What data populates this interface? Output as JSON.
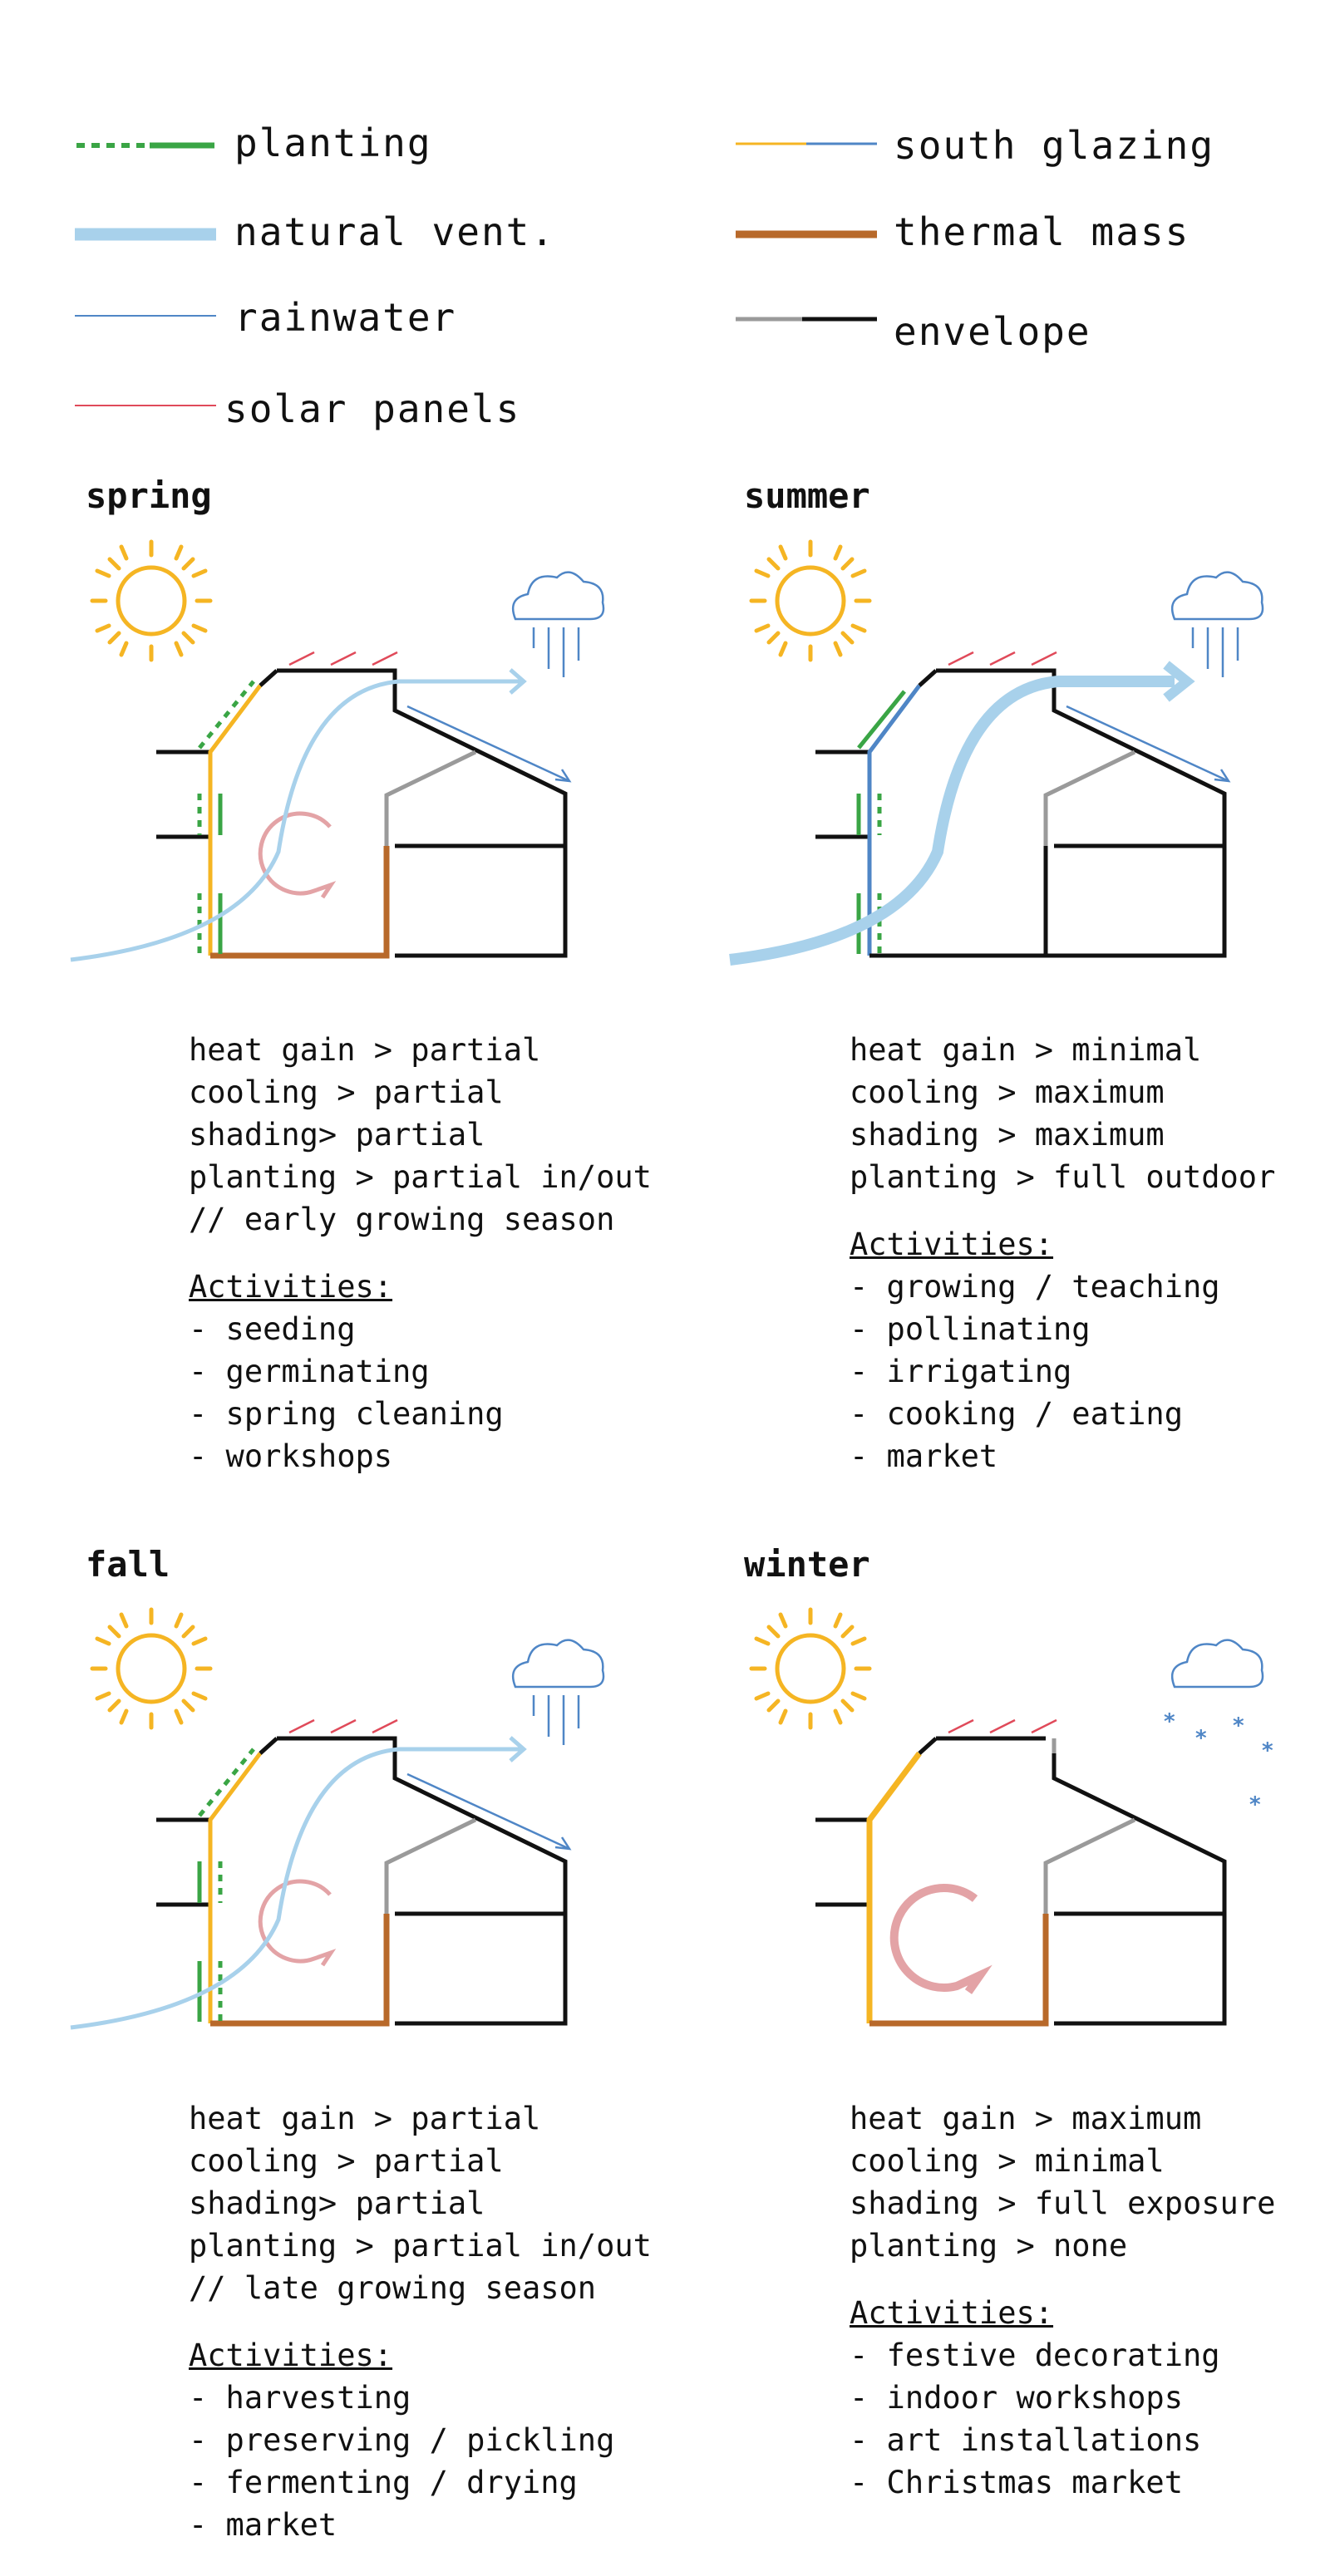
{
  "legend": [
    {
      "id": "planting",
      "label": "planting",
      "color": "#3aa545",
      "style": "dashed-solid"
    },
    {
      "id": "natural_vent",
      "label": "natural vent.",
      "color": "#a8d1eb",
      "style": "thick"
    },
    {
      "id": "rainwater",
      "label": "rainwater",
      "color": "#4f86c6",
      "style": "thin"
    },
    {
      "id": "solar_panels",
      "label": "solar panels",
      "color": "#e04a5a",
      "style": "thin"
    },
    {
      "id": "south_glazing",
      "label": "south glazing",
      "colors": [
        "#f5b523",
        "#4f86c6"
      ],
      "style": "two-tone"
    },
    {
      "id": "thermal_mass",
      "label": "thermal mass",
      "color": "#b8692a",
      "style": "thick"
    },
    {
      "id": "envelope",
      "label": "envelope",
      "colors": [
        "#9a9a9a",
        "#111111"
      ],
      "style": "two-tone"
    }
  ],
  "colors": {
    "planting": "#3aa545",
    "vent": "#a8d1eb",
    "rain": "#4f86c6",
    "solar": "#e04a5a",
    "glazing": "#f5b523",
    "glazing_blue": "#4f86c6",
    "mass": "#b8692a",
    "envelope": "#111111",
    "envelope_grey": "#9a9a9a",
    "sun": "#f5b523",
    "heat": "#e3a3a6"
  },
  "seasons": [
    {
      "id": "spring",
      "title": "spring",
      "conditions": [
        "heat gain > partial",
        "cooling > partial",
        "shading> partial",
        "planting > partial in/out",
        "// early growing season"
      ],
      "activities_heading": "Activities:",
      "activities": [
        "- seeding",
        "- germinating",
        "- spring cleaning",
        "- workshops"
      ]
    },
    {
      "id": "summer",
      "title": "summer",
      "conditions": [
        "heat gain > minimal",
        "cooling > maximum",
        "shading > maximum",
        "planting > full outdoor"
      ],
      "activities_heading": "Activities:",
      "activities": [
        "- growing / teaching",
        "- pollinating",
        "- irrigating",
        "- cooking / eating",
        "- market"
      ]
    },
    {
      "id": "fall",
      "title": "fall",
      "conditions": [
        "heat gain > partial",
        "cooling > partial",
        "shading> partial",
        "planting > partial in/out",
        "// late growing season"
      ],
      "activities_heading": "Activities:",
      "activities": [
        "- harvesting",
        "- preserving / pickling",
        "- fermenting / drying",
        "- market"
      ]
    },
    {
      "id": "winter",
      "title": "winter",
      "conditions": [
        "heat gain > maximum",
        "cooling > minimal",
        "shading > full exposure",
        "planting > none"
      ],
      "activities_heading": "Activities:",
      "activities": [
        "- festive decorating",
        "- indoor workshops",
        "- art installations",
        "- Christmas market"
      ]
    }
  ]
}
